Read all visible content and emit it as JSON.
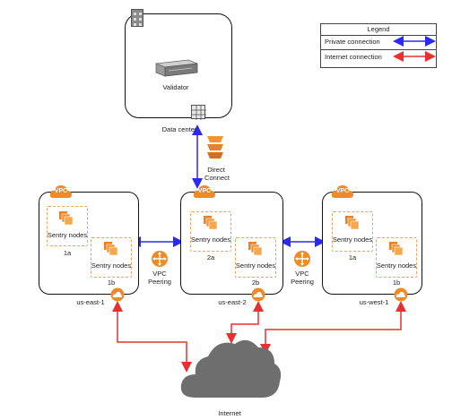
{
  "datacenter": {
    "label": "Data center",
    "server_label": "Validator"
  },
  "direct_connect": {
    "label_line1": "Direct",
    "label_line2": "Connect"
  },
  "vpc_badge": "VPC",
  "regions": [
    {
      "name": "us-east-1",
      "az_a": "1a",
      "az_b": "1b",
      "sentry_a": "Sentry nodes",
      "sentry_b": "Sentry nodes"
    },
    {
      "name": "us-east-2",
      "az_a": "2a",
      "az_b": "2b",
      "sentry_a": "Sentry nodes",
      "sentry_b": "Sentry nodes"
    },
    {
      "name": "us-west-1",
      "az_a": "1a",
      "az_b": "1b",
      "sentry_a": "Sentry nodes",
      "sentry_b": "Sentry nodes"
    }
  ],
  "peering": {
    "label_line1": "VPC",
    "label_line2": "Peering"
  },
  "internet": {
    "label": "Internet"
  },
  "legend": {
    "title": "Legend",
    "private": "Private connection",
    "internet": "Internet connection",
    "private_color": "#2a2af0",
    "internet_color": "#e83030"
  }
}
